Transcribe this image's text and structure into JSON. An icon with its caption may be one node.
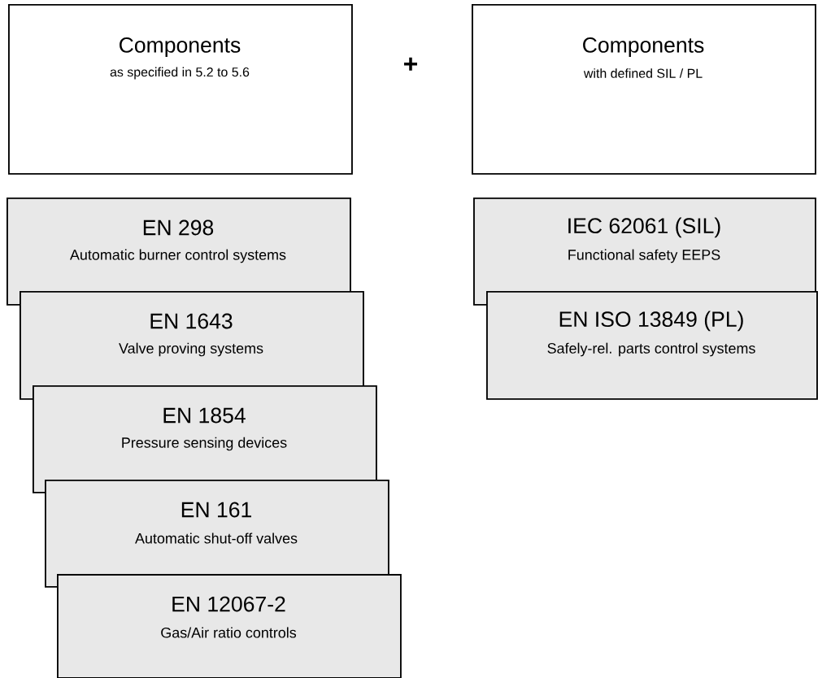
{
  "diagram": {
    "nodes": [
      {
        "text": [
          "Components",
          "as specified in 5.2 to 5.6"
        ]
      },
      {
        "text": [
          "Components",
          "with defined SIL / PL"
        ]
      },
      {
        "text": [
          "EN 298",
          "Automatic burner control systems"
        ]
      },
      {
        "text": [
          "EN 1643",
          "Valve proving systems"
        ]
      },
      {
        "text": [
          "EN 1854",
          "Pressure sensing devices"
        ]
      },
      {
        "text": [
          "EN 161",
          "Automatic shut-off valves"
        ]
      },
      {
        "text": [
          "EN 12067-2",
          "Gas/Air ratio controls"
        ]
      },
      {
        "text": [
          "IEC 62061 (SIL)",
          "Functional safety EEPS"
        ]
      },
      {
        "text": [
          "EN ISO 13849 (PL)",
          "Safely-rel. parts control systems"
        ]
      }
    ],
    "labels": [
      "+"
    ]
  }
}
